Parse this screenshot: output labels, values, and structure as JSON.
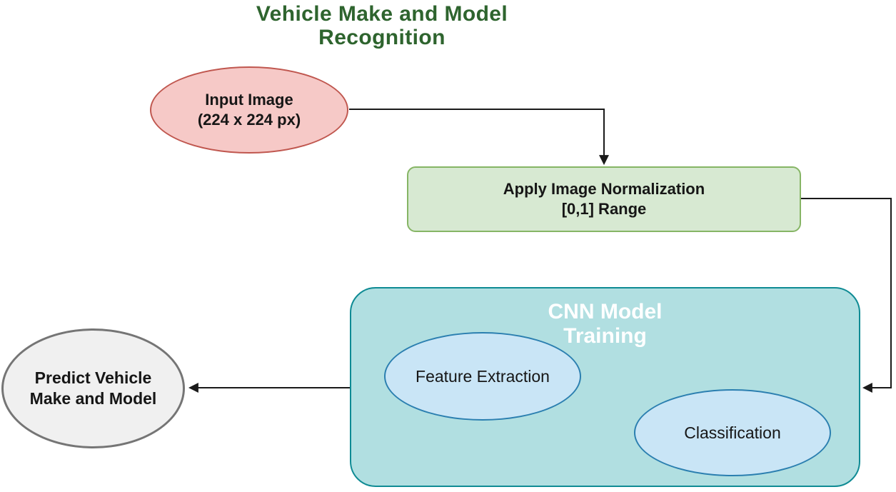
{
  "title": {
    "line1": "Vehicle Make and Model",
    "line2": "Recognition"
  },
  "nodes": {
    "input_image": {
      "line1": "Input Image",
      "line2": "(224 x 224 px)"
    },
    "normalization": {
      "line1": "Apply Image Normalization",
      "line2": "[0,1] Range"
    },
    "cnn_training": {
      "line1": "CNN Model",
      "line2": "Training"
    },
    "feature_extraction": {
      "label": "Feature Extraction"
    },
    "classification": {
      "label": "Classification"
    },
    "predict": {
      "line1": "Predict Vehicle",
      "line2": "Make and Model"
    }
  },
  "edges": [
    {
      "from": "input_image",
      "to": "normalization"
    },
    {
      "from": "normalization",
      "to": "cnn_training"
    },
    {
      "from": "cnn_training",
      "to": "predict"
    }
  ],
  "colors": {
    "title_green": "#2e642e",
    "text_dark": "#161616",
    "white_text": "#ffffff",
    "pink_fill": "#f6c9c7",
    "pink_border": "#c0574f",
    "green_fill": "#d7e9d2",
    "green_border": "#86b565",
    "teal_fill": "#b1dfe1",
    "teal_border": "#0f8b94",
    "blue_fill": "#c9e5f6",
    "blue_border": "#2b7fb0",
    "grey_fill": "#f0f0f0",
    "grey_border": "#757575",
    "arrow_black": "#1a1a1a"
  }
}
